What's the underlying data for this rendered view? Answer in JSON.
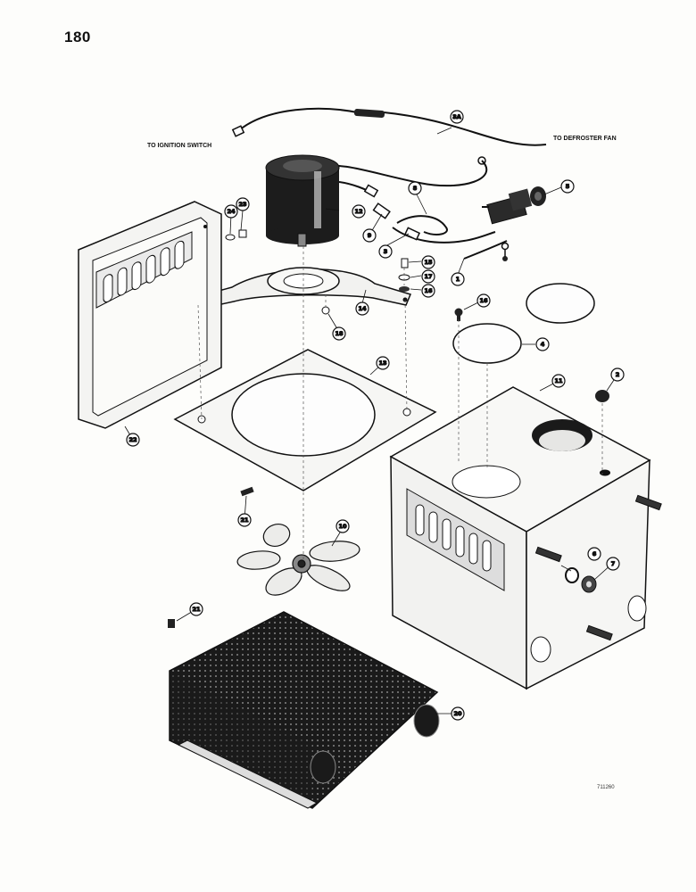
{
  "page": {
    "number": "180",
    "drawing_number": "711260"
  },
  "wire_labels": {
    "ignition": "TO IGNITION SWITCH",
    "defroster": "TO DEFROSTER FAN"
  },
  "callouts": {
    "c1": "1",
    "c2": "2",
    "c3": "3",
    "c3a": "3A",
    "c4": "4",
    "c5": "5",
    "c6": "6",
    "c7": "7",
    "c8": "8",
    "c9": "9",
    "c10": "10",
    "c11": "11",
    "c12": "12",
    "c13": "13",
    "c14": "14",
    "c15": "15",
    "c16a": "16",
    "c16b": "16",
    "c17": "17",
    "c18": "18",
    "c19": "19",
    "c20": "20",
    "c21a": "21",
    "c21b": "21",
    "c22": "22",
    "c23": "23",
    "c24": "24"
  }
}
